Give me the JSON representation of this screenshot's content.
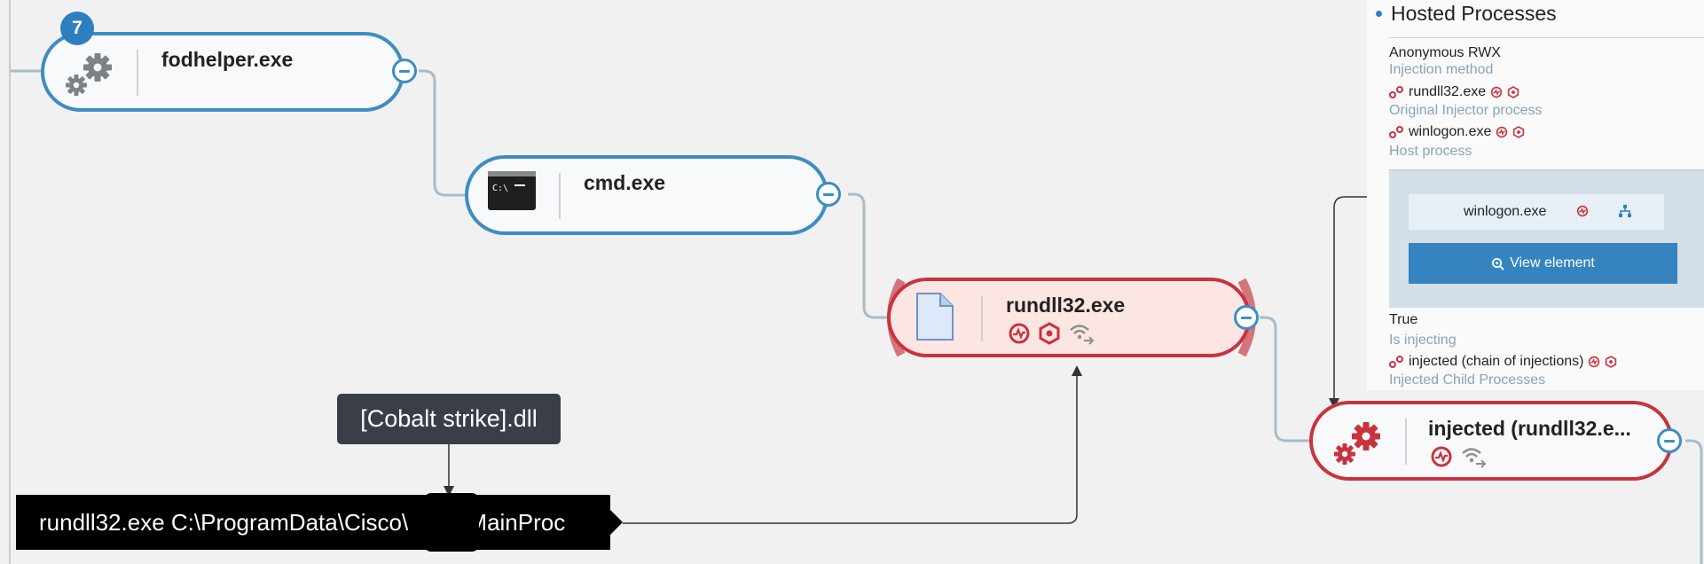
{
  "graph": {
    "nodes": [
      {
        "id": "fodhelper",
        "label": "fodhelper.exe",
        "badge": "7",
        "icon": "gears-icon",
        "status": "normal"
      },
      {
        "id": "cmd",
        "label": "cmd.exe",
        "icon": "terminal-icon",
        "status": "normal"
      },
      {
        "id": "rundll32",
        "label": "rundll32.exe",
        "icon": "file-icon",
        "status": "malicious",
        "indicators": [
          "suspicion-icon",
          "malop-icon",
          "network-icon"
        ]
      },
      {
        "id": "injected",
        "label": "injected (rundll32.e...",
        "icon": "gears-icon",
        "status": "malicious",
        "indicators": [
          "suspicion-icon",
          "network-icon"
        ]
      }
    ]
  },
  "annotations": {
    "callout": "[Cobalt strike].dll",
    "command_line_prefix": "rundll32.exe C:\\ProgramData\\Cisco\\",
    "command_line_suffix": ",MainProc"
  },
  "panel": {
    "title": "Hosted Processes",
    "injection_method_value": "Anonymous RWX",
    "injection_method_label": "Injection method",
    "original_injector_value": "rundll32.exe",
    "original_injector_label": "Original Injector process",
    "host_process_value": "winlogon.exe",
    "host_process_label": "Host process",
    "host_card_name": "winlogon.exe",
    "view_button": "View element",
    "is_injecting_value": "True",
    "is_injecting_label": "Is injecting",
    "injected_child_value": "injected (chain of injections)",
    "injected_child_label": "Injected Child Processes"
  },
  "colors": {
    "accent_blue": "#3d8dc3",
    "malicious_red": "#c8333e",
    "malicious_bg": "#fbe6e4",
    "button_blue": "#3584c0"
  }
}
